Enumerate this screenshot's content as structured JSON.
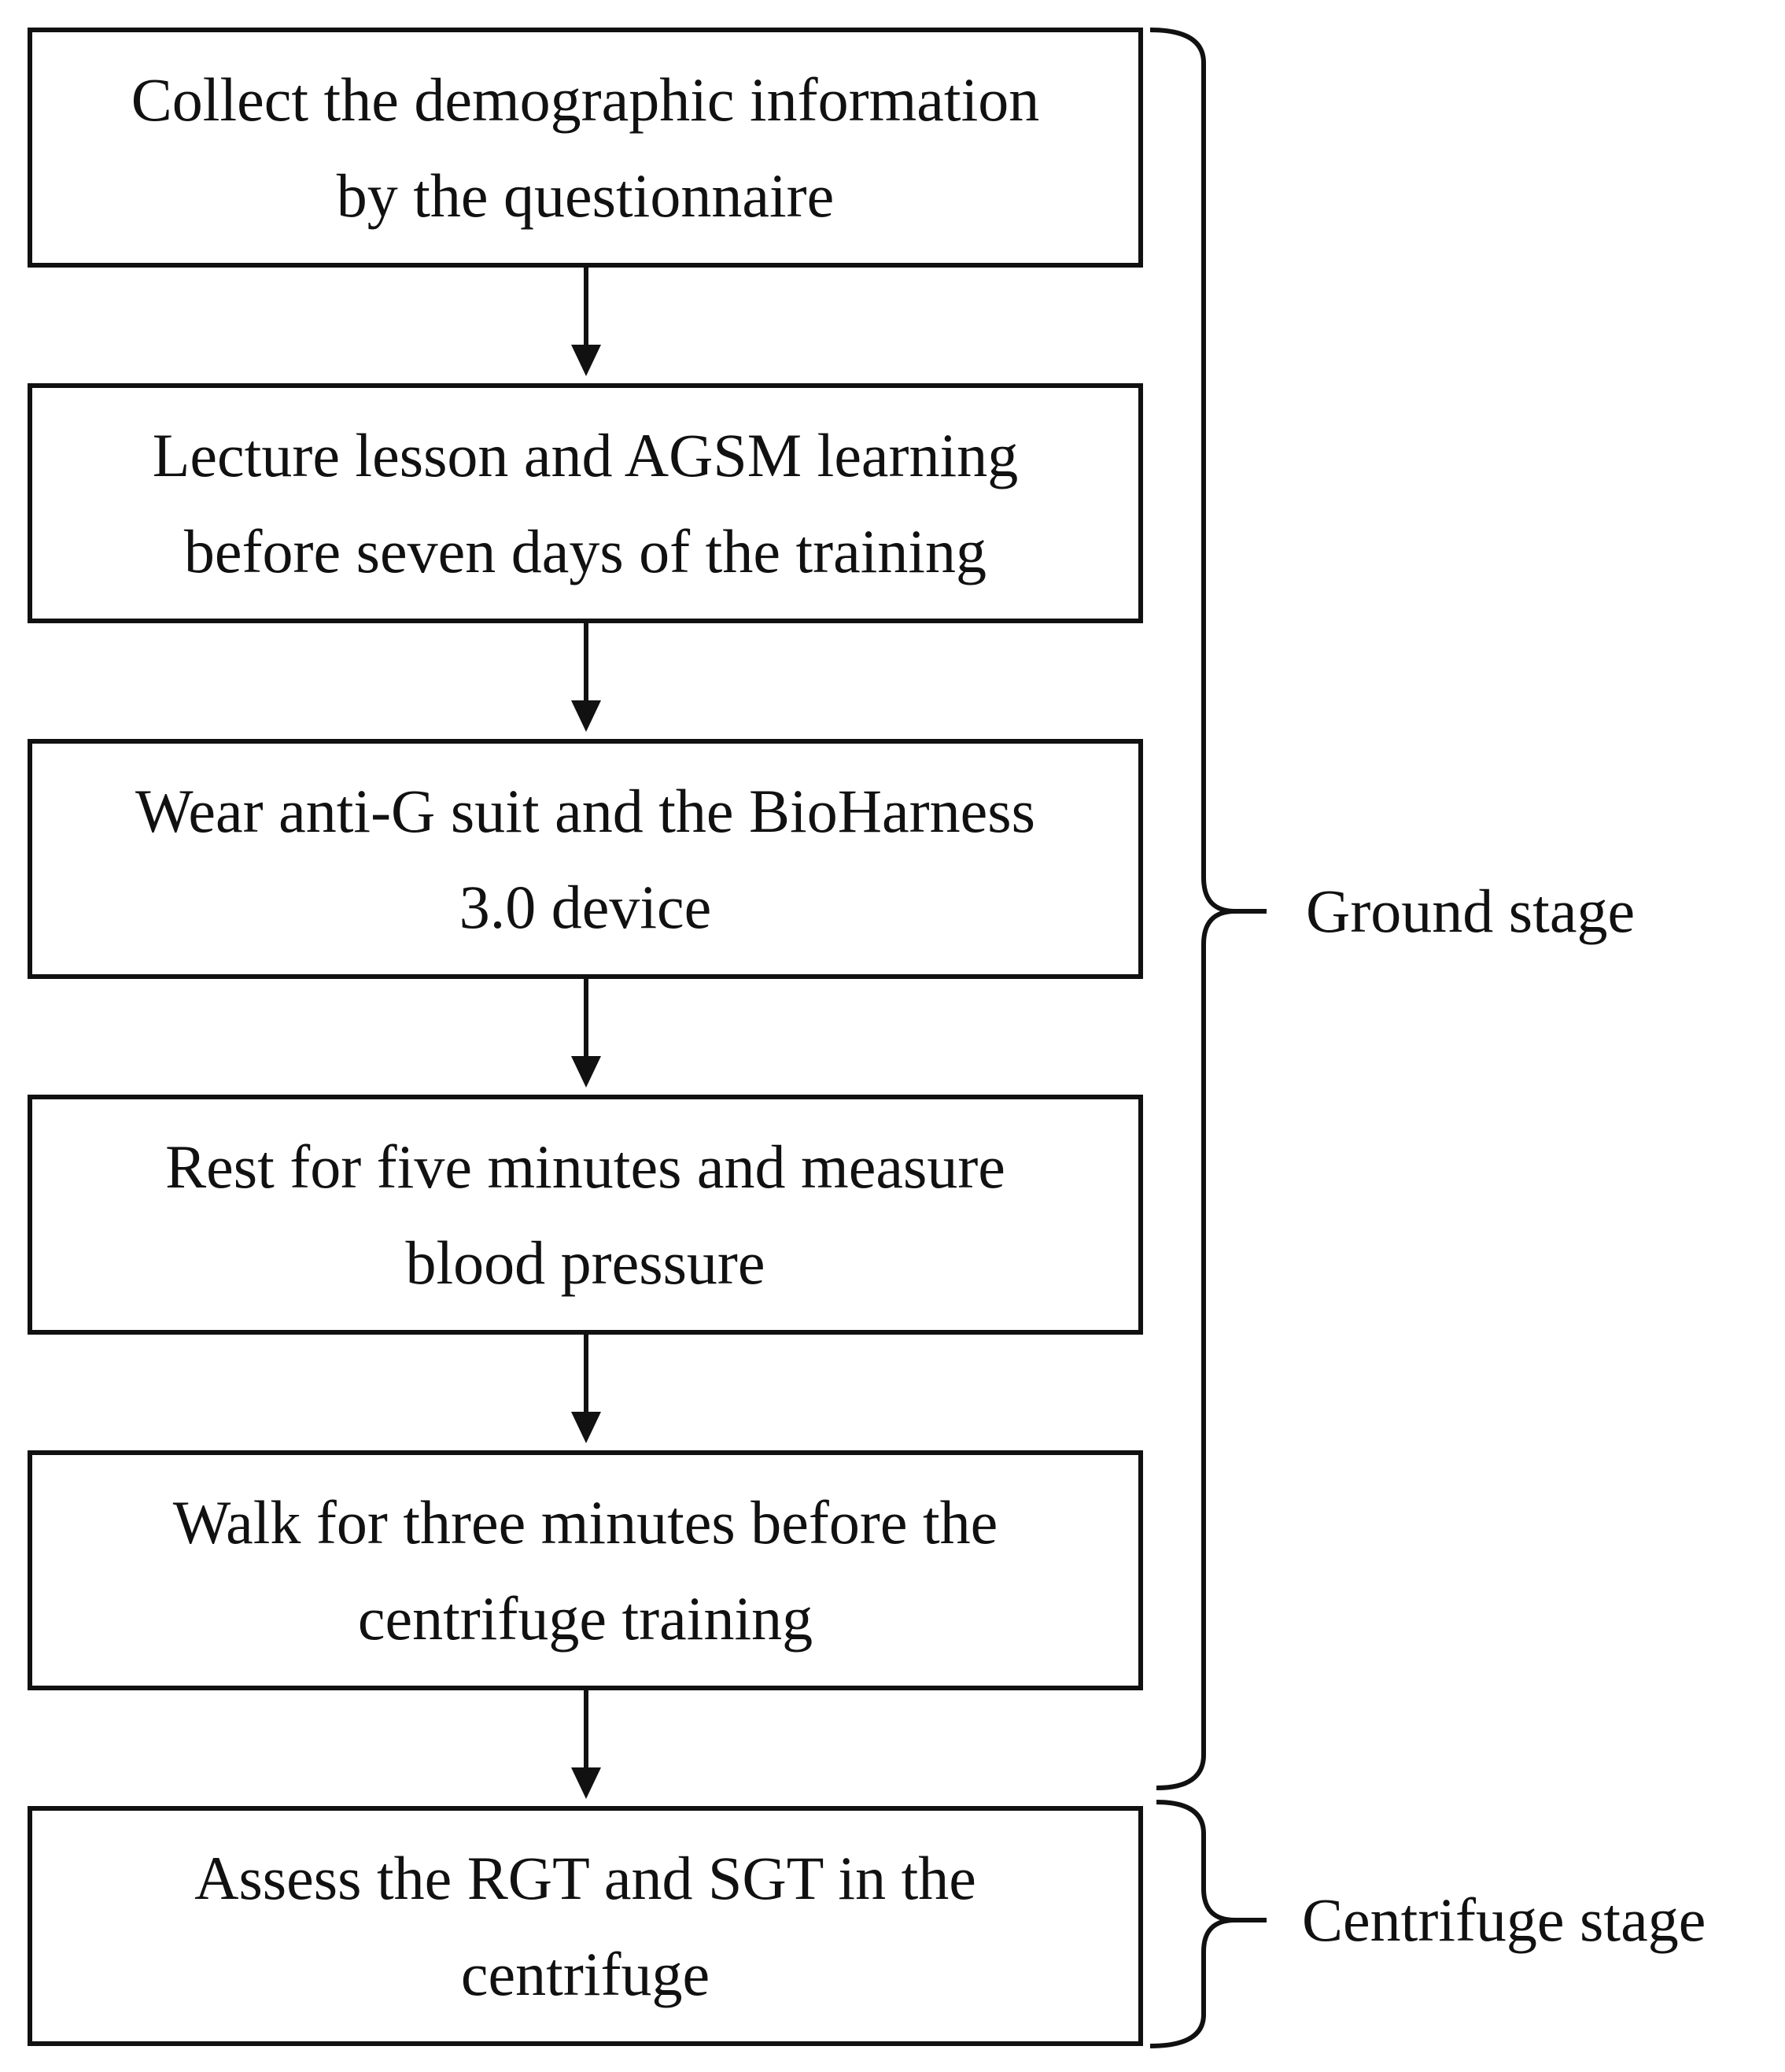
{
  "steps": [
    {
      "text": "Collect the demographic information\nby the questionnaire"
    },
    {
      "text": "Lecture lesson and AGSM learning\nbefore seven days of the training"
    },
    {
      "text": "Wear anti-G suit and the BioHarness\n3.0 device"
    },
    {
      "text": "Rest for five minutes and measure\nblood pressure"
    },
    {
      "text": "Walk for three minutes before the\ncentrifuge training"
    },
    {
      "text": "Assess the RGT and SGT in the\ncentrifuge"
    }
  ],
  "stages": [
    {
      "label": "Ground stage",
      "covers_steps": [
        1,
        2,
        3,
        4,
        5
      ]
    },
    {
      "label": "Centrifuge stage",
      "covers_steps": [
        6
      ]
    }
  ]
}
